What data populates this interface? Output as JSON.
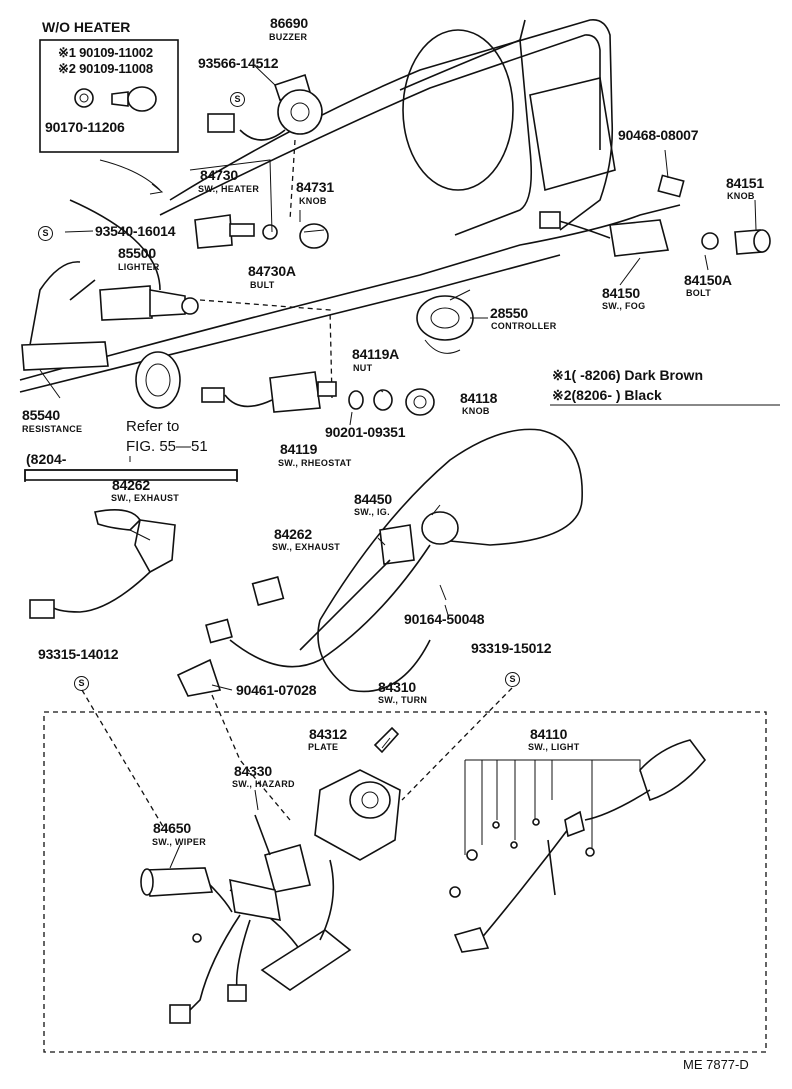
{
  "title": "",
  "callouts": {
    "wo_heater": "W/O HEATER",
    "note1_line": "※1 90109-11002",
    "note2_line": "※2 90109-11008",
    "p_90170_11206": "90170-11206",
    "p_86690": "86690",
    "n_buzzer": "BUZZER",
    "p_93566_14512": "93566-14512",
    "p_84730": "84730",
    "n_sw_heater": "SW., HEATER",
    "p_84731": "84731",
    "n_knob_84731": "KNOB",
    "p_93540_16014": "93540-16014",
    "p_85500": "85500",
    "n_lighter": "LIGHTER",
    "p_84730a": "84730A",
    "n_bult": "BULT",
    "p_85540": "85540",
    "n_resistance": "RESISTANCE",
    "refer_to": "Refer to",
    "fig_ref": "FIG. 55—51",
    "p_90468_08007": "90468-08007",
    "p_84151": "84151",
    "n_knob_84151": "KNOB",
    "p_84150": "84150",
    "n_sw_fog": "SW., FOG",
    "p_84150a": "84150A",
    "n_bolt": "BOLT",
    "p_28550": "28550",
    "n_controller": "CONTROLLER",
    "p_84119a": "84119A",
    "n_nut": "NUT",
    "p_84118": "84118",
    "n_knob_84118": "KNOB",
    "p_90201_09351": "90201-09351",
    "p_84119": "84119",
    "n_sw_rheostat": "SW., RHEOSTAT",
    "legend1": "※1(      -8206) Dark Brown",
    "legend2": "※2(8206-        ) Black",
    "range_8204": "(8204-",
    "p_84262_a": "84262",
    "n_sw_exhaust_a": "SW., EXHAUST",
    "p_84450": "84450",
    "n_sw_ig": "SW., IG.",
    "p_84262_b": "84262",
    "n_sw_exhaust_b": "SW., EXHAUST",
    "p_90164_50048": "90164-50048",
    "p_93315_14012": "93315-14012",
    "p_93319_15012": "93319-15012",
    "p_90461_07028": "90461-07028",
    "p_84310": "84310",
    "n_sw_turn": "SW., TURN",
    "p_84312": "84312",
    "n_plate": "PLATE",
    "p_84110": "84110",
    "n_sw_light": "SW., LIGHT",
    "p_84330": "84330",
    "n_sw_hazard": "SW., HAZARD",
    "p_84650": "84650",
    "n_sw_wiper": "SW., WIPER",
    "drawing_no": "ME 7877-D",
    "s_symbol": "S"
  }
}
